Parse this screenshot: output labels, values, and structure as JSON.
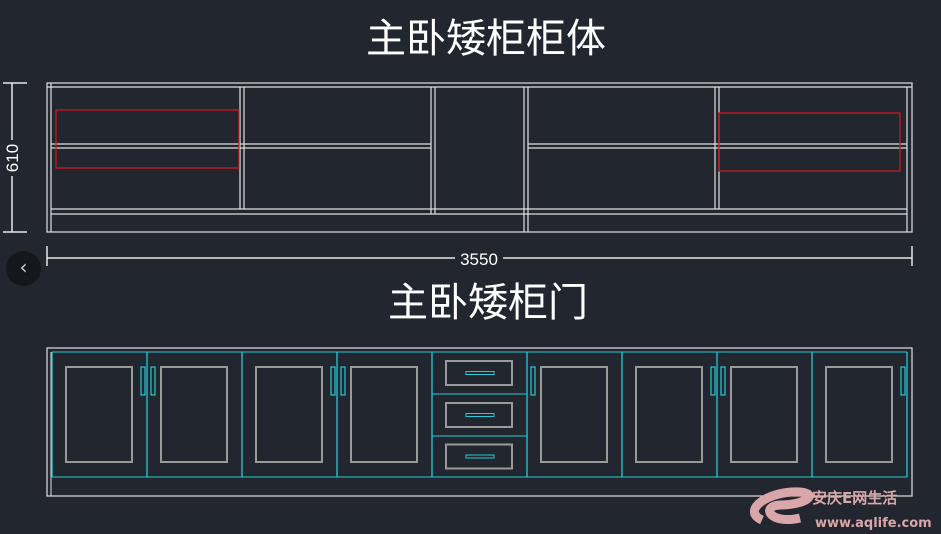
{
  "drawing": {
    "carcass_title": "主卧矮柜柜体",
    "doors_title": "主卧矮柜门",
    "height_dimension": "610",
    "width_dimension": "3550"
  },
  "nav": {
    "prev_icon": "chevron-left-icon",
    "prev_label": "‹"
  },
  "watermark": {
    "brand": "安庆E网生活",
    "url": "www.aqlife.com"
  },
  "colors": {
    "background": "#22272f",
    "line": "#e6e6e6",
    "highlight": "#c8161d",
    "door": "#27c9d6",
    "panel": "#9a9a9a",
    "watermark": "#d9a7aa"
  }
}
